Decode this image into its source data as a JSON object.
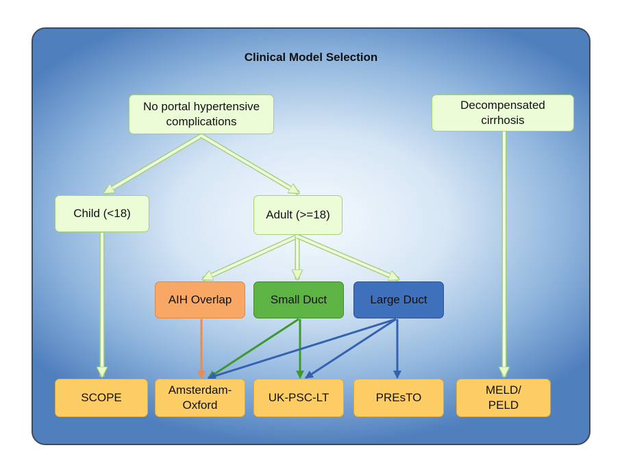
{
  "diagram": {
    "title": "Clinical Model Selection",
    "nodes": {
      "no_portal": "No portal hypertensive\ncomplications",
      "decompensated": "Decompensated\ncirrhosis",
      "child": "Child (<18)",
      "adult": "Adult (>=18)",
      "aih_overlap": "AIH Overlap",
      "small_duct": "Small Duct",
      "large_duct": "Large Duct",
      "scope": "SCOPE",
      "amsterdam_oxford": "Amsterdam-\nOxford",
      "uk_psc_lt": "UK-PSC-LT",
      "presto": "PREsTO",
      "meld_peld": "MELD/\nPELD"
    },
    "edges": [
      {
        "from": "no_portal",
        "to": "child"
      },
      {
        "from": "no_portal",
        "to": "adult"
      },
      {
        "from": "adult",
        "to": "aih_overlap"
      },
      {
        "from": "adult",
        "to": "small_duct"
      },
      {
        "from": "adult",
        "to": "large_duct"
      },
      {
        "from": "child",
        "to": "scope"
      },
      {
        "from": "decompensated",
        "to": "meld_peld"
      },
      {
        "from": "aih_overlap",
        "to": "amsterdam_oxford"
      },
      {
        "from": "small_duct",
        "to": "amsterdam_oxford"
      },
      {
        "from": "small_duct",
        "to": "uk_psc_lt"
      },
      {
        "from": "large_duct",
        "to": "amsterdam_oxford"
      },
      {
        "from": "large_duct",
        "to": "uk_psc_lt"
      },
      {
        "from": "large_duct",
        "to": "presto"
      }
    ],
    "colors": {
      "light_green": "#ecfcd6",
      "orange": "#f9a765",
      "dark_green": "#5db444",
      "dark_blue": "#3e70bb",
      "yellow": "#fccd64"
    }
  }
}
